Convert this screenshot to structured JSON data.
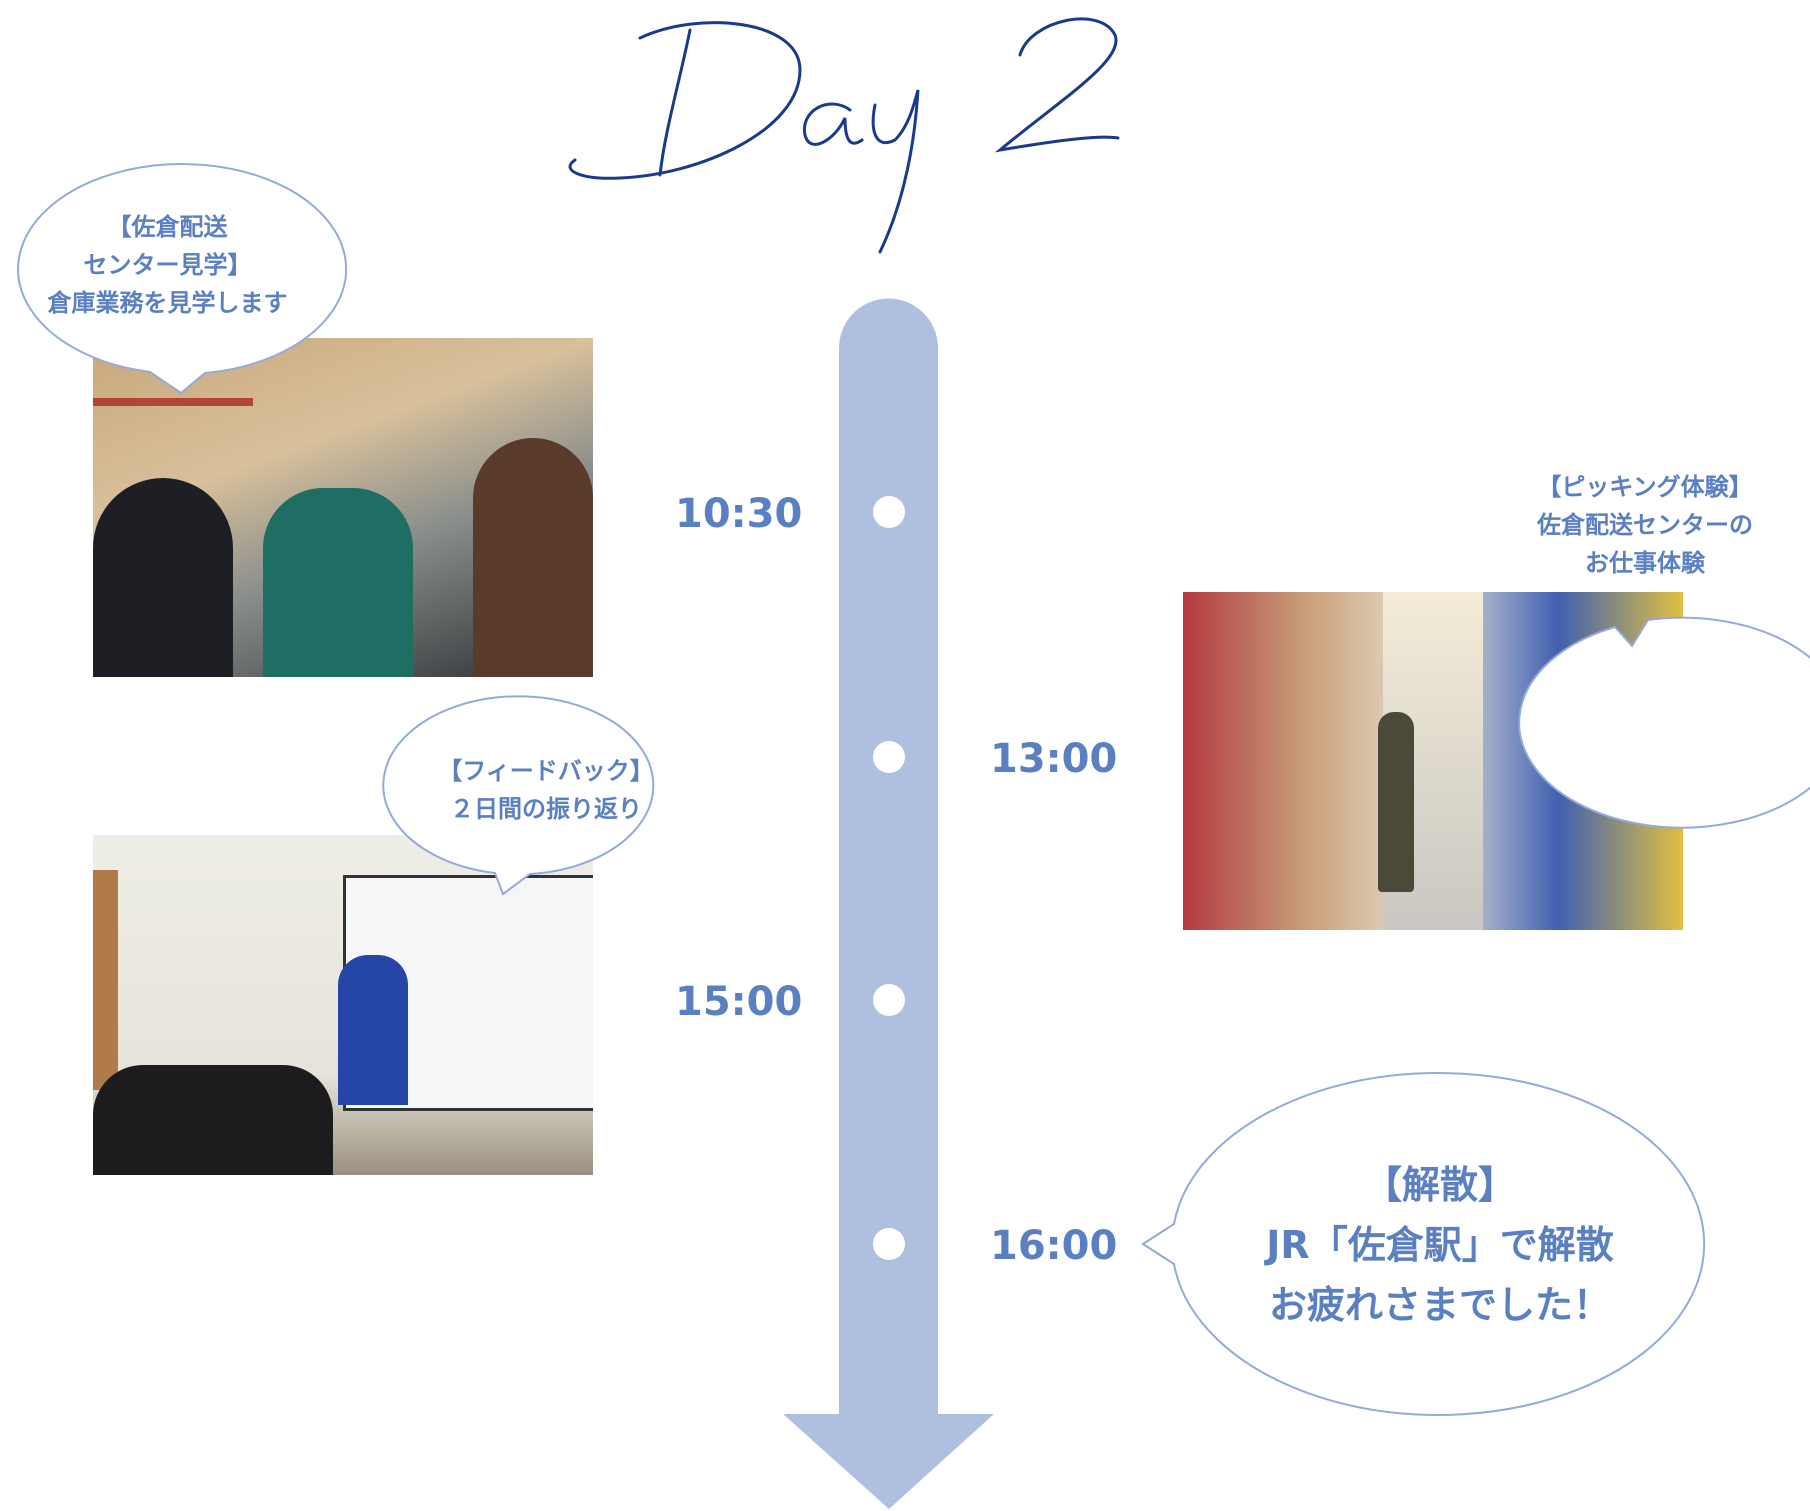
{
  "title": "Day 2",
  "colors": {
    "accent": "#5b80c2",
    "timeline": "#aebfe0",
    "title_ink": "#1a3a8c"
  },
  "schedule": [
    {
      "time": "10:30",
      "bubble": "【佐倉配送\nセンター見学】\n倉庫業務を見学します",
      "photo": "warehouse-tour-photo"
    },
    {
      "time": "13:00",
      "bubble": "【ピッキング体験】\n佐倉配送センターの\nお仕事体験",
      "photo": "picking-experience-photo"
    },
    {
      "time": "15:00",
      "bubble": "【フィードバック】\n２日間の振り返り",
      "photo": "feedback-session-photo"
    },
    {
      "time": "16:00",
      "bubble": "【解散】\nJR「佐倉駅」で解散\nお疲れさまでした！"
    }
  ]
}
